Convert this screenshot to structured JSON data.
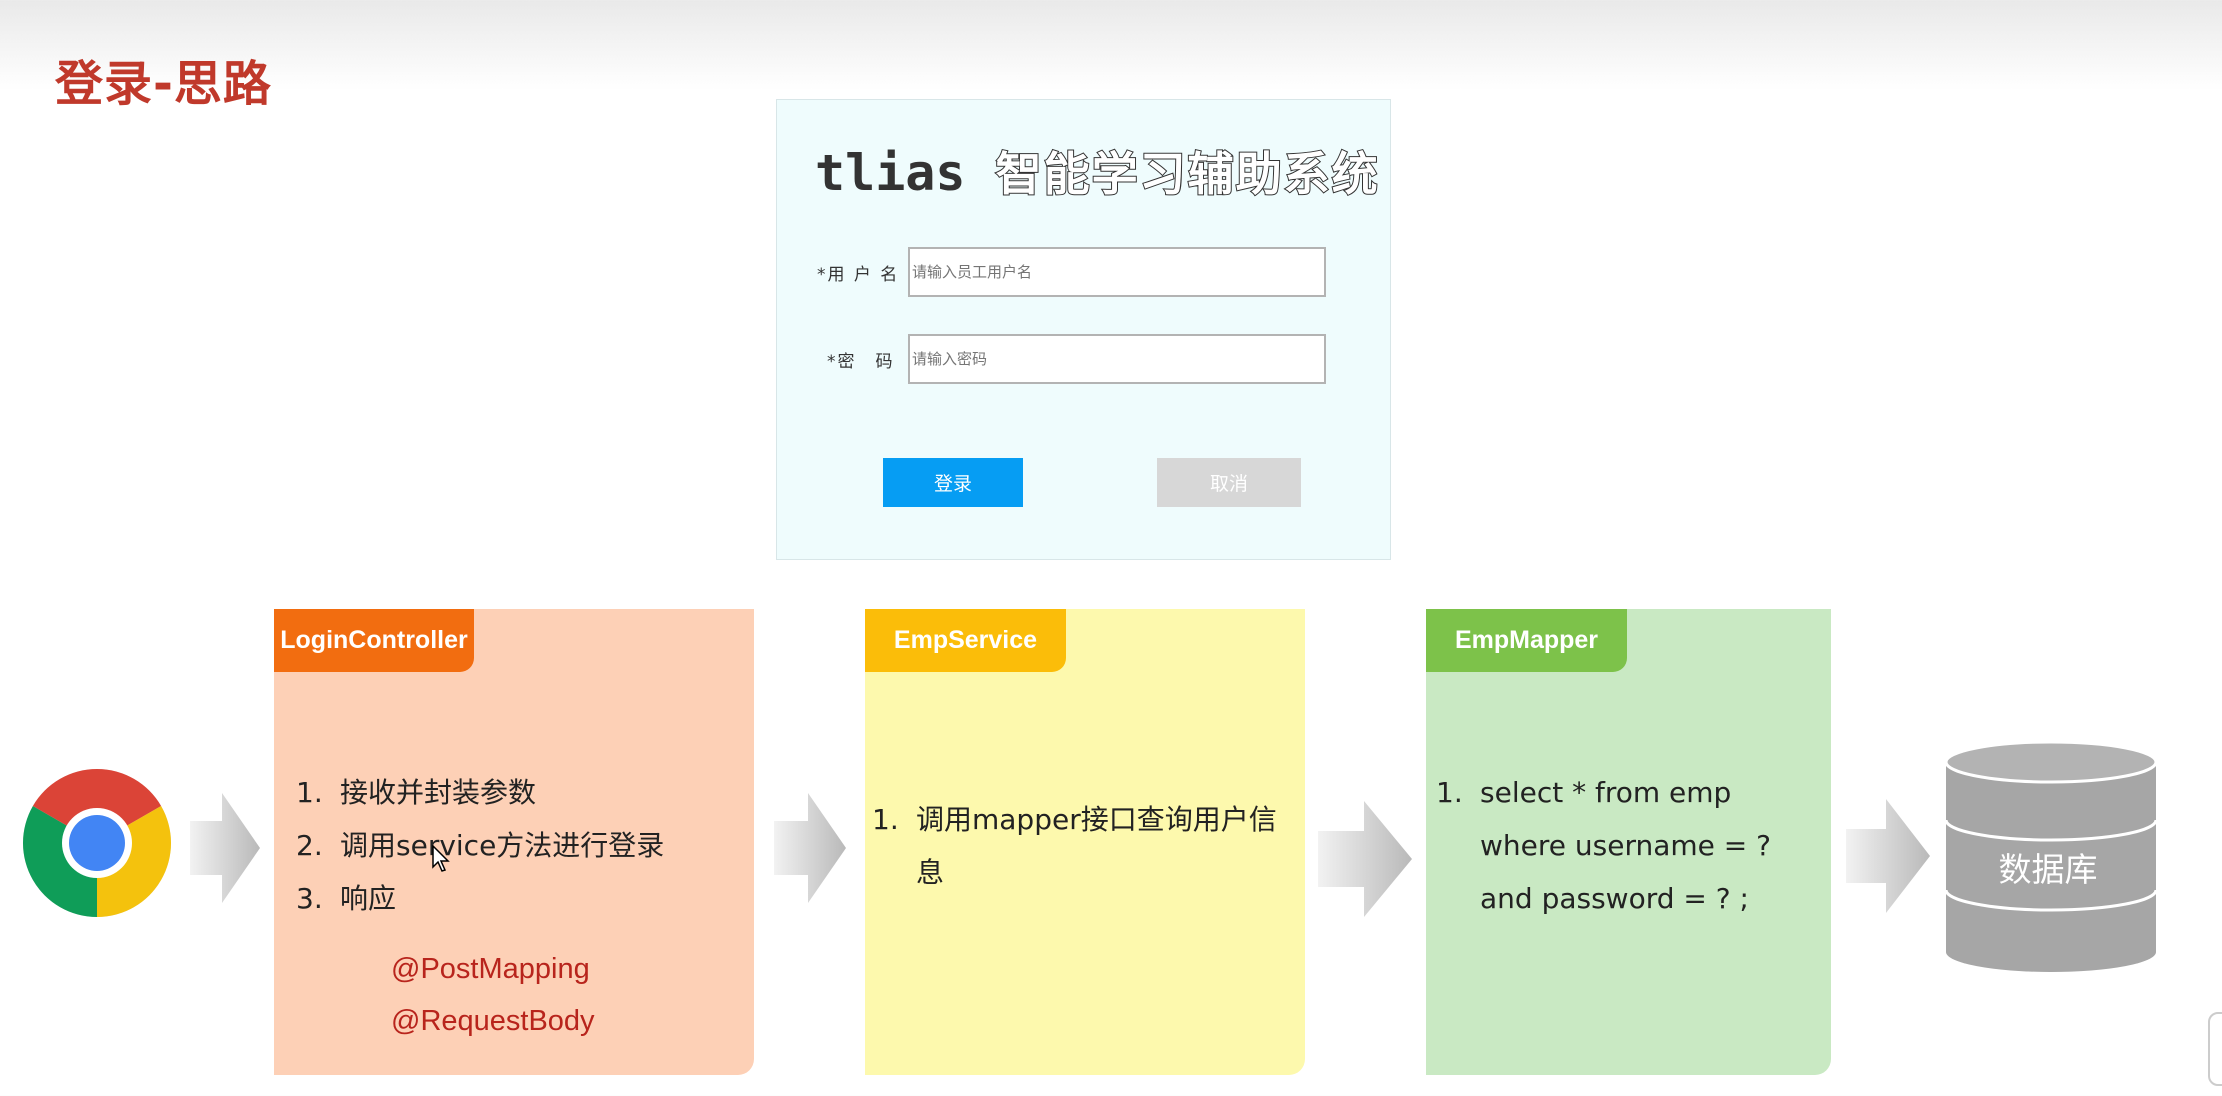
{
  "slide": {
    "title": "登录-思路"
  },
  "login": {
    "title_latin": "tlias",
    "title_cn": "智能学习辅助系统",
    "username_label": "*用 户 名",
    "username_placeholder": "请输入员工用户名",
    "password_label": "*密　码",
    "password_placeholder": "请输入密码",
    "login_button": "登录",
    "cancel_button": "取消"
  },
  "flow": {
    "controller": {
      "title": "LoginController",
      "steps": [
        {
          "num": "1.",
          "text": "接收并封装参数"
        },
        {
          "num": "2.",
          "text": "调用service方法进行登录"
        },
        {
          "num": "3.",
          "text": "响应"
        }
      ],
      "annotations": [
        "@PostMapping",
        "@RequestBody"
      ]
    },
    "service": {
      "title": "EmpService",
      "steps": [
        {
          "num": "1.",
          "text": "调用mapper接口查询用户信息"
        }
      ]
    },
    "mapper": {
      "title": "EmpMapper",
      "steps": [
        {
          "num": "1.",
          "text": "select * from emp where username = ? and password = ? ;"
        }
      ]
    },
    "database": {
      "label": "数据库"
    }
  },
  "colors": {
    "title_red": "#c0392b",
    "controller_bg": "#fdd0b6",
    "controller_tab": "#f26d10",
    "service_bg": "#fdf9ad",
    "service_tab": "#fbbd09",
    "mapper_bg": "#c9e9c3",
    "mapper_tab": "#7dc24a",
    "login_button": "#069df3",
    "database": "#a6a6a6"
  },
  "icons": {
    "browser": "chrome-icon",
    "database": "database-cylinder-icon",
    "arrow": "right-arrow-icon"
  }
}
